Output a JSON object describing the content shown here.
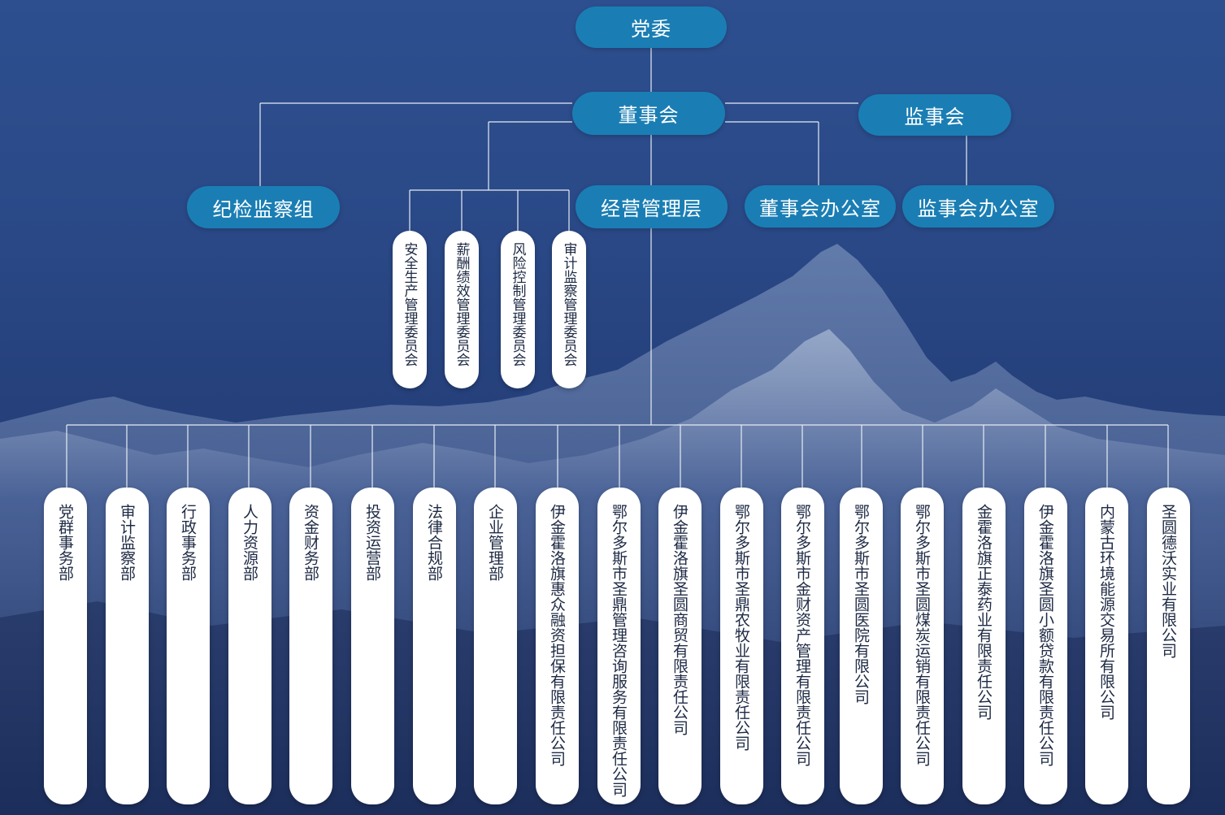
{
  "top": {
    "party": "党委",
    "board": "董事会",
    "supervisors": "监事会"
  },
  "second": {
    "discipline": "纪检监察组",
    "management": "经营管理层",
    "board_office": "董事会办公室",
    "supervisors_office": "监事会办公室"
  },
  "committees": [
    "安全生产管理委员会",
    "薪酬绩效管理委员会",
    "风险控制管理委员会",
    "审计监察管理委员会"
  ],
  "departments": [
    "党群事务部",
    "审计监察部",
    "行政事务部",
    "人力资源部",
    "资金财务部",
    "投资运营部",
    "法律合规部",
    "企业管理部",
    "伊金霍洛旗惠众融资担保有限责任公司",
    "鄂尔多斯市圣鼎管理咨询服务有限责任公司",
    "伊金霍洛旗圣圆商贸有限责任公司",
    "鄂尔多斯市圣鼎农牧业有限责任公司",
    "鄂尔多斯市金财资产管理有限责任公司",
    "鄂尔多斯市圣圆医院有限公司",
    "鄂尔多斯市圣圆煤炭运销有限责任公司",
    "金霍洛旗正泰药业有限责任公司",
    "伊金霍洛旗圣圆小额贷款有限责任公司",
    "内蒙古环境能源交易所有限公司",
    "圣圆德沃实业有限公司"
  ],
  "colors": {
    "pill": "#1a7eb4",
    "line": "#e6ecf5",
    "box": "#ffffff",
    "box_text": "#1e2a44"
  }
}
